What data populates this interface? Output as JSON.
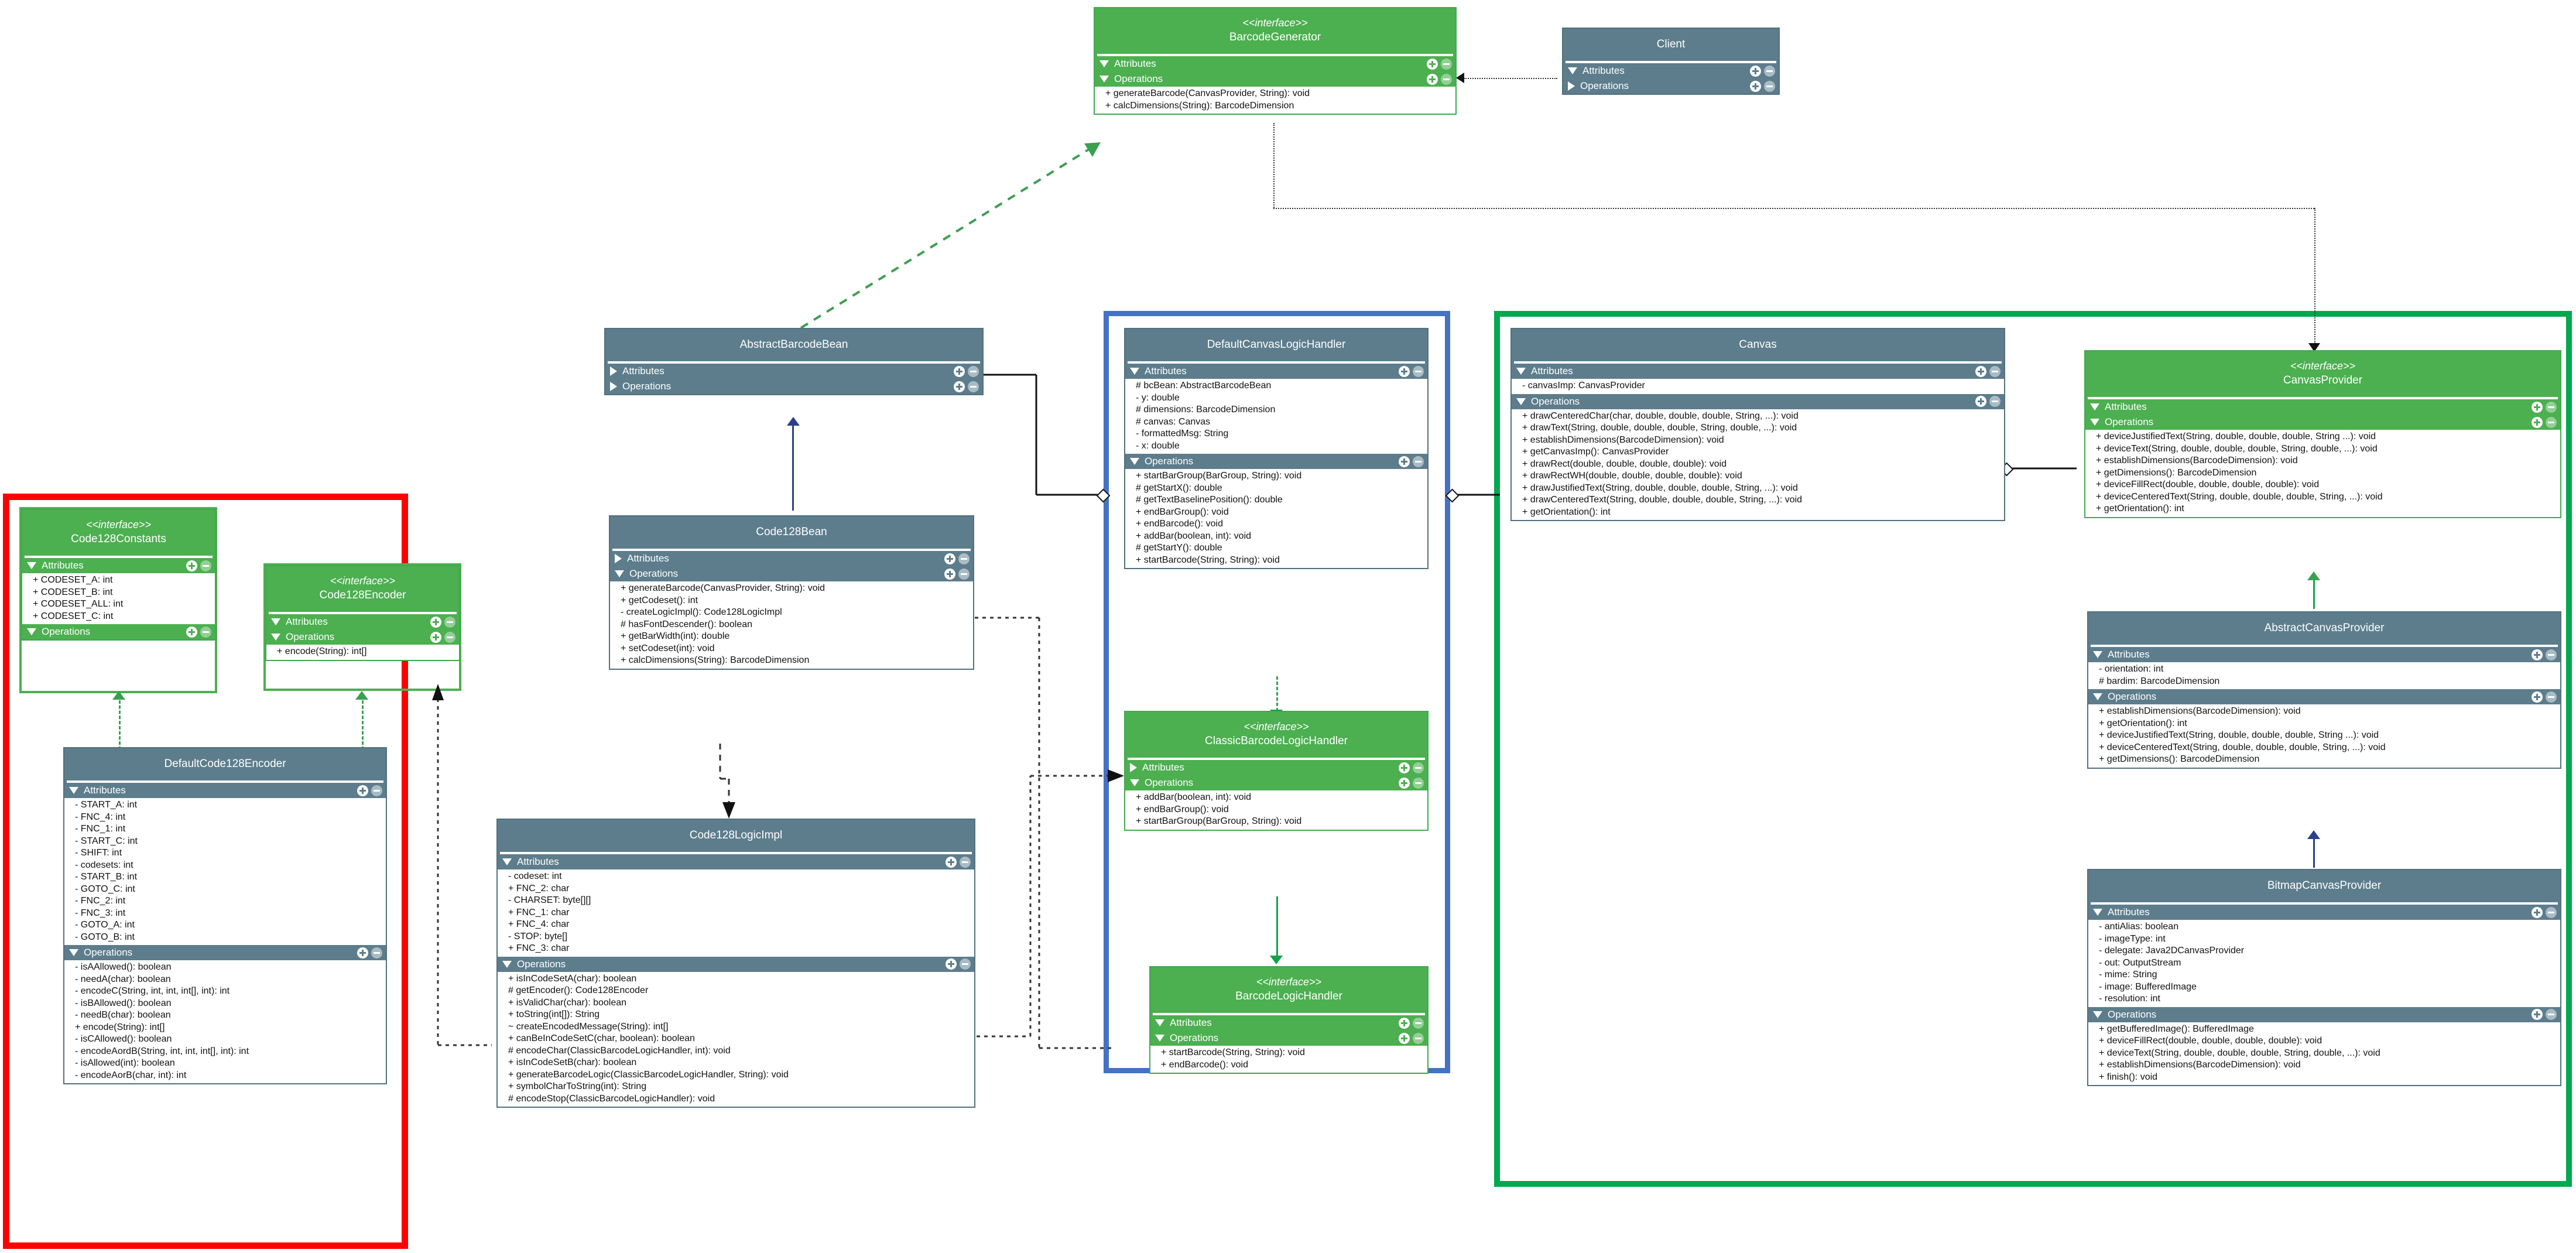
{
  "diagram": {
    "title": "Barcode4J Code128 UML class diagram",
    "colors": {
      "class_fill": "#5d7d8c",
      "interface_fill": "#4caf50",
      "frame_red": "#ff0000",
      "frame_blue": "#4472c4",
      "frame_green": "#00a94f"
    },
    "section_labels": {
      "attributes": "Attributes",
      "operations": "Operations"
    },
    "stereotype": "<<interface>>",
    "icons": {
      "expand": "triangle-down-icon",
      "collapse": "triangle-right-icon",
      "add": "plus-circle-icon",
      "remove": "minus-circle-icon"
    }
  },
  "frames": [
    {
      "name": "encoder-group",
      "color": "#ff0000"
    },
    {
      "name": "logic-handler-group",
      "color": "#4472c4"
    },
    {
      "name": "canvas-provider-group",
      "color": "#00a94f"
    }
  ],
  "classes": [
    {
      "id": "barcodeGenerator",
      "stereotype": "<<interface>>",
      "name": "BarcodeGenerator",
      "kind": "interface",
      "attributes_open": true,
      "operations_open": true,
      "attributes": [],
      "operations": [
        "+ generateBarcode(CanvasProvider, String): void",
        "+ calcDimensions(String): BarcodeDimension"
      ]
    },
    {
      "id": "client",
      "stereotype": "",
      "name": "Client",
      "kind": "class",
      "attributes_open": true,
      "operations_open": false,
      "attributes": [],
      "operations": []
    },
    {
      "id": "code128Constants",
      "stereotype": "<<interface>>",
      "name": "Code128Constants",
      "kind": "interface",
      "attributes_open": true,
      "operations_open": true,
      "attributes": [
        "+ CODESET_A: int",
        "+ CODESET_B: int",
        "+ CODESET_ALL: int",
        "+ CODESET_C: int"
      ],
      "operations": []
    },
    {
      "id": "code128Encoder",
      "stereotype": "<<interface>>",
      "name": "Code128Encoder",
      "kind": "interface",
      "attributes_open": true,
      "operations_open": true,
      "attributes": [],
      "operations": [
        "+ encode(String): int[]"
      ]
    },
    {
      "id": "defaultCode128Encoder",
      "stereotype": "",
      "name": "DefaultCode128Encoder",
      "kind": "class",
      "attributes_open": true,
      "operations_open": true,
      "attributes": [
        "- START_A: int",
        "- FNC_4: int",
        "- FNC_1: int",
        "- START_C: int",
        "- SHIFT: int",
        "- codesets: int",
        "- START_B: int",
        "- GOTO_C: int",
        "- FNC_2: int",
        "- FNC_3: int",
        "- GOTO_A: int",
        "- GOTO_B: int"
      ],
      "operations": [
        "- isAAllowed(): boolean",
        "- needA(char): boolean",
        "- encodeC(String, int, int, int[], int): int",
        "- isBAllowed(): boolean",
        "- needB(char): boolean",
        "+ encode(String): int[]",
        "- isCAllowed(): boolean",
        "- encodeAordB(String, int, int, int[], int): int",
        "- isAllowed(int): boolean",
        "- encodeAorB(char, int): int"
      ]
    },
    {
      "id": "abstractBarcodeBean",
      "stereotype": "",
      "name": "AbstractBarcodeBean",
      "kind": "class",
      "attributes_open": false,
      "operations_open": false,
      "attributes": [],
      "operations": []
    },
    {
      "id": "code128Bean",
      "stereotype": "",
      "name": "Code128Bean",
      "kind": "class",
      "attributes_open": false,
      "operations_open": true,
      "attributes": [],
      "operations": [
        "+ generateBarcode(CanvasProvider, String): void",
        "+ getCodeset(): int",
        "- createLogicImpl(): Code128LogicImpl",
        "# hasFontDescender(): boolean",
        "+ getBarWidth(int): double",
        "+ setCodeset(int): void",
        "+ calcDimensions(String): BarcodeDimension"
      ]
    },
    {
      "id": "code128LogicImpl",
      "stereotype": "",
      "name": "Code128LogicImpl",
      "kind": "class",
      "attributes_open": true,
      "operations_open": true,
      "attributes": [
        "- codeset: int",
        "+ FNC_2: char",
        "- CHARSET: byte[][]",
        "+ FNC_1: char",
        "+ FNC_4: char",
        "- STOP: byte[]",
        "+ FNC_3: char"
      ],
      "operations": [
        "+ isInCodeSetA(char): boolean",
        "# getEncoder(): Code128Encoder",
        "+ isValidChar(char): boolean",
        "+ toString(int[]): String",
        "~ createEncodedMessage(String): int[]",
        "+ canBeInCodeSetC(char, boolean): boolean",
        "# encodeChar(ClassicBarcodeLogicHandler, int): void",
        "+ isInCodeSetB(char): boolean",
        "+ generateBarcodeLogic(ClassicBarcodeLogicHandler, String): void",
        "+ symbolCharToString(int): String",
        "# encodeStop(ClassicBarcodeLogicHandler): void"
      ]
    },
    {
      "id": "defaultCanvasLogicHandler",
      "stereotype": "",
      "name": "DefaultCanvasLogicHandler",
      "kind": "class",
      "attributes_open": true,
      "operations_open": true,
      "attributes": [
        "# bcBean: AbstractBarcodeBean",
        "- y: double",
        "# dimensions: BarcodeDimension",
        "# canvas: Canvas",
        "- formattedMsg: String",
        "- x: double"
      ],
      "operations": [
        "+ startBarGroup(BarGroup, String): void",
        "# getStartX(): double",
        "# getTextBaselinePosition(): double",
        "+ endBarGroup(): void",
        "+ endBarcode(): void",
        "+ addBar(boolean, int): void",
        "# getStartY(): double",
        "+ startBarcode(String, String): void"
      ]
    },
    {
      "id": "classicBarcodeLogicHandler",
      "stereotype": "<<interface>>",
      "name": "ClassicBarcodeLogicHandler",
      "kind": "interface",
      "attributes_open": false,
      "operations_open": true,
      "attributes": [],
      "operations": [
        "+ addBar(boolean, int): void",
        "+ endBarGroup(): void",
        "+ startBarGroup(BarGroup, String): void"
      ]
    },
    {
      "id": "barcodeLogicHandler",
      "stereotype": "<<interface>>",
      "name": "BarcodeLogicHandler",
      "kind": "interface",
      "attributes_open": true,
      "operations_open": true,
      "attributes": [],
      "operations": [
        "+ startBarcode(String, String): void",
        "+ endBarcode(): void"
      ]
    },
    {
      "id": "canvas",
      "stereotype": "",
      "name": "Canvas",
      "kind": "class",
      "attributes_open": true,
      "operations_open": true,
      "attributes": [
        "- canvasImp: CanvasProvider"
      ],
      "operations": [
        "+ drawCenteredChar(char, double, double, double, String,  ...): void",
        "+ drawText(String, double, double, double, String, double,  ...): void",
        "+ establishDimensions(BarcodeDimension): void",
        "+ getCanvasImp(): CanvasProvider",
        "+ drawRect(double, double, double, double): void",
        "+ drawRectWH(double, double, double, double): void",
        "+ drawJustifiedText(String, double, double, double, String,  ...): void",
        "+ drawCenteredText(String, double, double, double, String,  ...): void",
        "+ getOrientation(): int"
      ]
    },
    {
      "id": "canvasProvider",
      "stereotype": "<<interface>>",
      "name": "CanvasProvider",
      "kind": "interface",
      "attributes_open": true,
      "operations_open": true,
      "attributes": [],
      "operations": [
        "+ deviceJustifiedText(String, double, double, double, String ...): void",
        "+ deviceText(String, double, double, double, String, double,  ...): void",
        "+ establishDimensions(BarcodeDimension): void",
        "+ getDimensions(): BarcodeDimension",
        "+ deviceFillRect(double, double, double, double): void",
        "+ deviceCenteredText(String, double, double, double, String,  ...): void",
        "+ getOrientation(): int"
      ]
    },
    {
      "id": "abstractCanvasProvider",
      "stereotype": "",
      "name": "AbstractCanvasProvider",
      "kind": "class",
      "attributes_open": true,
      "operations_open": true,
      "attributes": [
        "- orientation: int",
        "# bardim: BarcodeDimension"
      ],
      "operations": [
        "+ establishDimensions(BarcodeDimension): void",
        "+ getOrientation(): int",
        "+ deviceJustifiedText(String, double, double, double, String ...): void",
        "+ deviceCenteredText(String, double, double, double, String,  ...): void",
        "+ getDimensions(): BarcodeDimension"
      ]
    },
    {
      "id": "bitmapCanvasProvider",
      "stereotype": "",
      "name": "BitmapCanvasProvider",
      "kind": "class",
      "attributes_open": true,
      "operations_open": true,
      "attributes": [
        "- antiAlias: boolean",
        "- imageType: int",
        "- delegate: Java2DCanvasProvider",
        "- out: OutputStream",
        "- mime: String",
        "- image: BufferedImage",
        "- resolution: int"
      ],
      "operations": [
        "+ getBufferedImage(): BufferedImage",
        "+ deviceFillRect(double, double, double, double): void",
        "+ deviceText(String, double, double, double, String, double,  ...): void",
        "+ establishDimensions(BarcodeDimension): void",
        "+ finish(): void"
      ]
    }
  ]
}
